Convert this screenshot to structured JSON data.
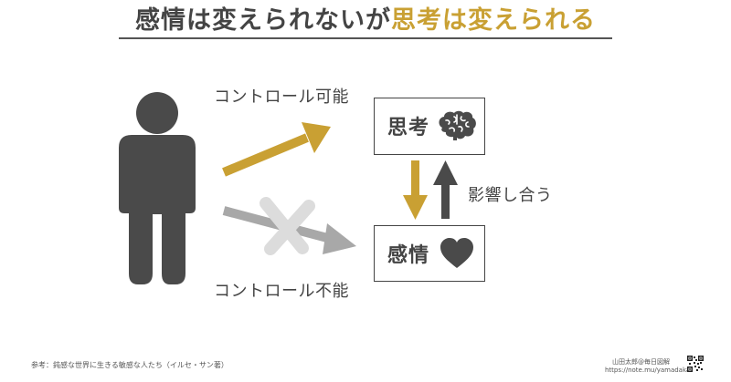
{
  "title": {
    "part1": "感情は変えられないが",
    "part2": "思考は変えられる"
  },
  "labels": {
    "controllable": "コントロール可能",
    "uncontrollable": "コントロール不能",
    "mutual": "影響し合う"
  },
  "boxes": {
    "thought": "思考",
    "emotion": "感情"
  },
  "footer": {
    "reference": "参考：鈍感な世界に生きる敏感な人たち（イルセ・サン著）",
    "author": "山田太郎@毎日図解",
    "url": "https://note.mu/yamadakamei"
  },
  "colors": {
    "accent": "#c9a033",
    "dark": "#4a4a4a",
    "gray": "#a8a8a8",
    "light": "#dcdcdc"
  },
  "icons": {
    "person": "person-icon",
    "brain": "brain-icon",
    "heart": "heart-icon",
    "cross": "cross-mark-icon",
    "qr": "qr-code-icon"
  }
}
